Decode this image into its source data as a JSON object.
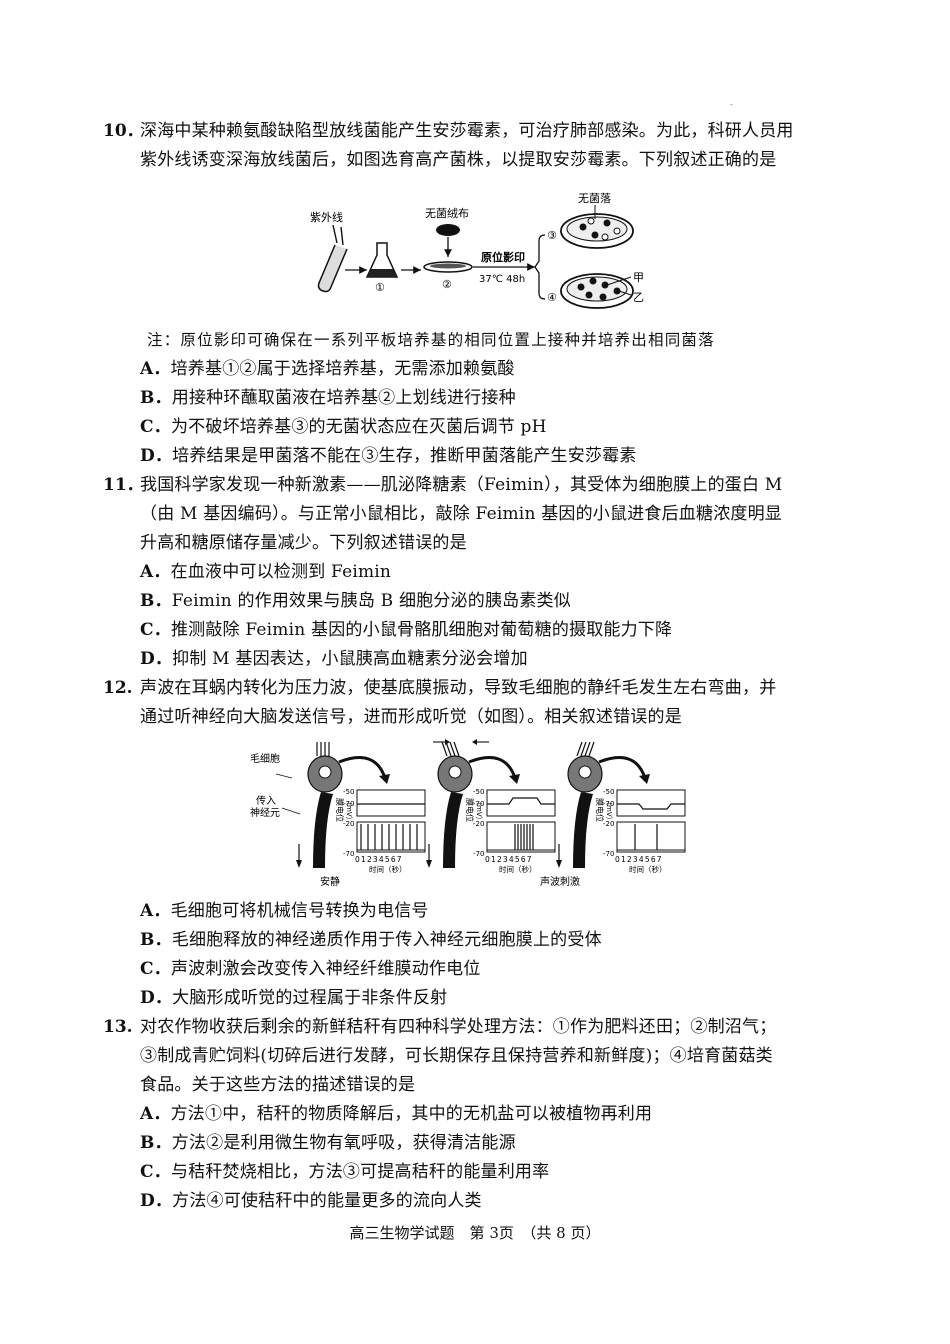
{
  "page_mark": "-",
  "q10": {
    "num": "10．",
    "stem1": "深海中某种赖氨酸缺陷型放线菌能产生安莎霉素，可治疗肺部感染。为此，科研人员用",
    "stem2": "紫外线诱变深海放线菌后，如图选育高产菌株，以提取安莎霉素。下列叙述正确的是",
    "figure": {
      "uv": "紫外线",
      "velvet": "无菌绒布",
      "no_colony": "无菌落",
      "replica": "原位影印",
      "cond": "37℃ 48h",
      "n1": "①",
      "n2": "②",
      "n3": "③",
      "n4": "④",
      "jia": "甲",
      "yi": "乙"
    },
    "note": "注：原位影印可确保在一系列平板培养基的相同位置上接种并培养出相同菌落",
    "options": [
      {
        "letter": "A．",
        "text": "培养基①②属于选择培养基，无需添加赖氨酸"
      },
      {
        "letter": "B．",
        "text": "用接种环蘸取菌液在培养基②上划线进行接种"
      },
      {
        "letter": "C．",
        "text": "为不破坏培养基③的无菌状态应在灭菌后调节 pH"
      },
      {
        "letter": "D．",
        "text": "培养结果是甲菌落不能在③生存，推断甲菌落能产生安莎霉素"
      }
    ]
  },
  "q11": {
    "num": "11．",
    "stem1": "我国科学家发现一种新激素——肌泌降糖素（Feimin），其受体为细胞膜上的蛋白 M",
    "stem2": "（由 M 基因编码）。与正常小鼠相比，敲除 Feimin 基因的小鼠进食后血糖浓度明显",
    "stem3": "升高和糖原储存量减少。下列叙述错误的是",
    "options": [
      {
        "letter": "A．",
        "text": "在血液中可以检测到 Feimin"
      },
      {
        "letter": "B．",
        "text": "Feimin 的作用效果与胰岛 B 细胞分泌的胰岛素类似"
      },
      {
        "letter": "C．",
        "text": "推测敲除 Feimin 基因的小鼠骨骼肌细胞对葡萄糖的摄取能力下降"
      },
      {
        "letter": "D．",
        "text": "抑制 M 基因表达，小鼠胰高血糖素分泌会增加"
      }
    ]
  },
  "q12": {
    "num": "12.",
    "stem1": "声波在耳蜗内转化为压力波，使基底膜振动，导致毛细胞的静纤毛发生左右弯曲，并",
    "stem2": "通过听神经向大脑发送信号，进而形成听觉（如图）。相关叙述错误的是",
    "figure": {
      "hair_cell": "毛细胞",
      "afferent1": "传入",
      "afferent2": "神经元",
      "ylabel1": "膜电位",
      "ylabel2": "（mV）",
      "t50": "-50",
      "t70": "-70",
      "t20": "-20",
      "b70": "-70",
      "xticks": "01234567",
      "xlabel": "时间（秒）",
      "cap1": "安静",
      "cap3": "声波刺激"
    },
    "options": [
      {
        "letter": "A．",
        "text": "毛细胞可将机械信号转换为电信号"
      },
      {
        "letter": "B．",
        "text": "毛细胞释放的神经递质作用于传入神经元细胞膜上的受体"
      },
      {
        "letter": "C．",
        "text": "声波刺激会改变传入神经纤维膜动作电位"
      },
      {
        "letter": "D．",
        "text": "大脑形成听觉的过程属于非条件反射"
      }
    ]
  },
  "q13": {
    "num": "13.",
    "stem1": "对农作物收获后剩余的新鲜秸秆有四种科学处理方法：①作为肥料还田；②制沼气；",
    "stem2": "③制成青贮饲料(切碎后进行发酵，可长期保存且保持营养和新鲜度)；④培育菌菇类",
    "stem3": "食品。关于这些方法的描述错误的是",
    "options": [
      {
        "letter": "A．",
        "text": "方法①中，秸秆的物质降解后，其中的无机盐可以被植物再利用"
      },
      {
        "letter": "B．",
        "text": "方法②是利用微生物有氧呼吸，获得清洁能源"
      },
      {
        "letter": "C．",
        "text": "与秸秆焚烧相比，方法③可提高秸秆的能量利用率"
      },
      {
        "letter": "D．",
        "text": "方法④可使秸秆中的能量更多的流向人类"
      }
    ]
  },
  "footer": "高三生物学试题　第 3页　（共 8 页）"
}
